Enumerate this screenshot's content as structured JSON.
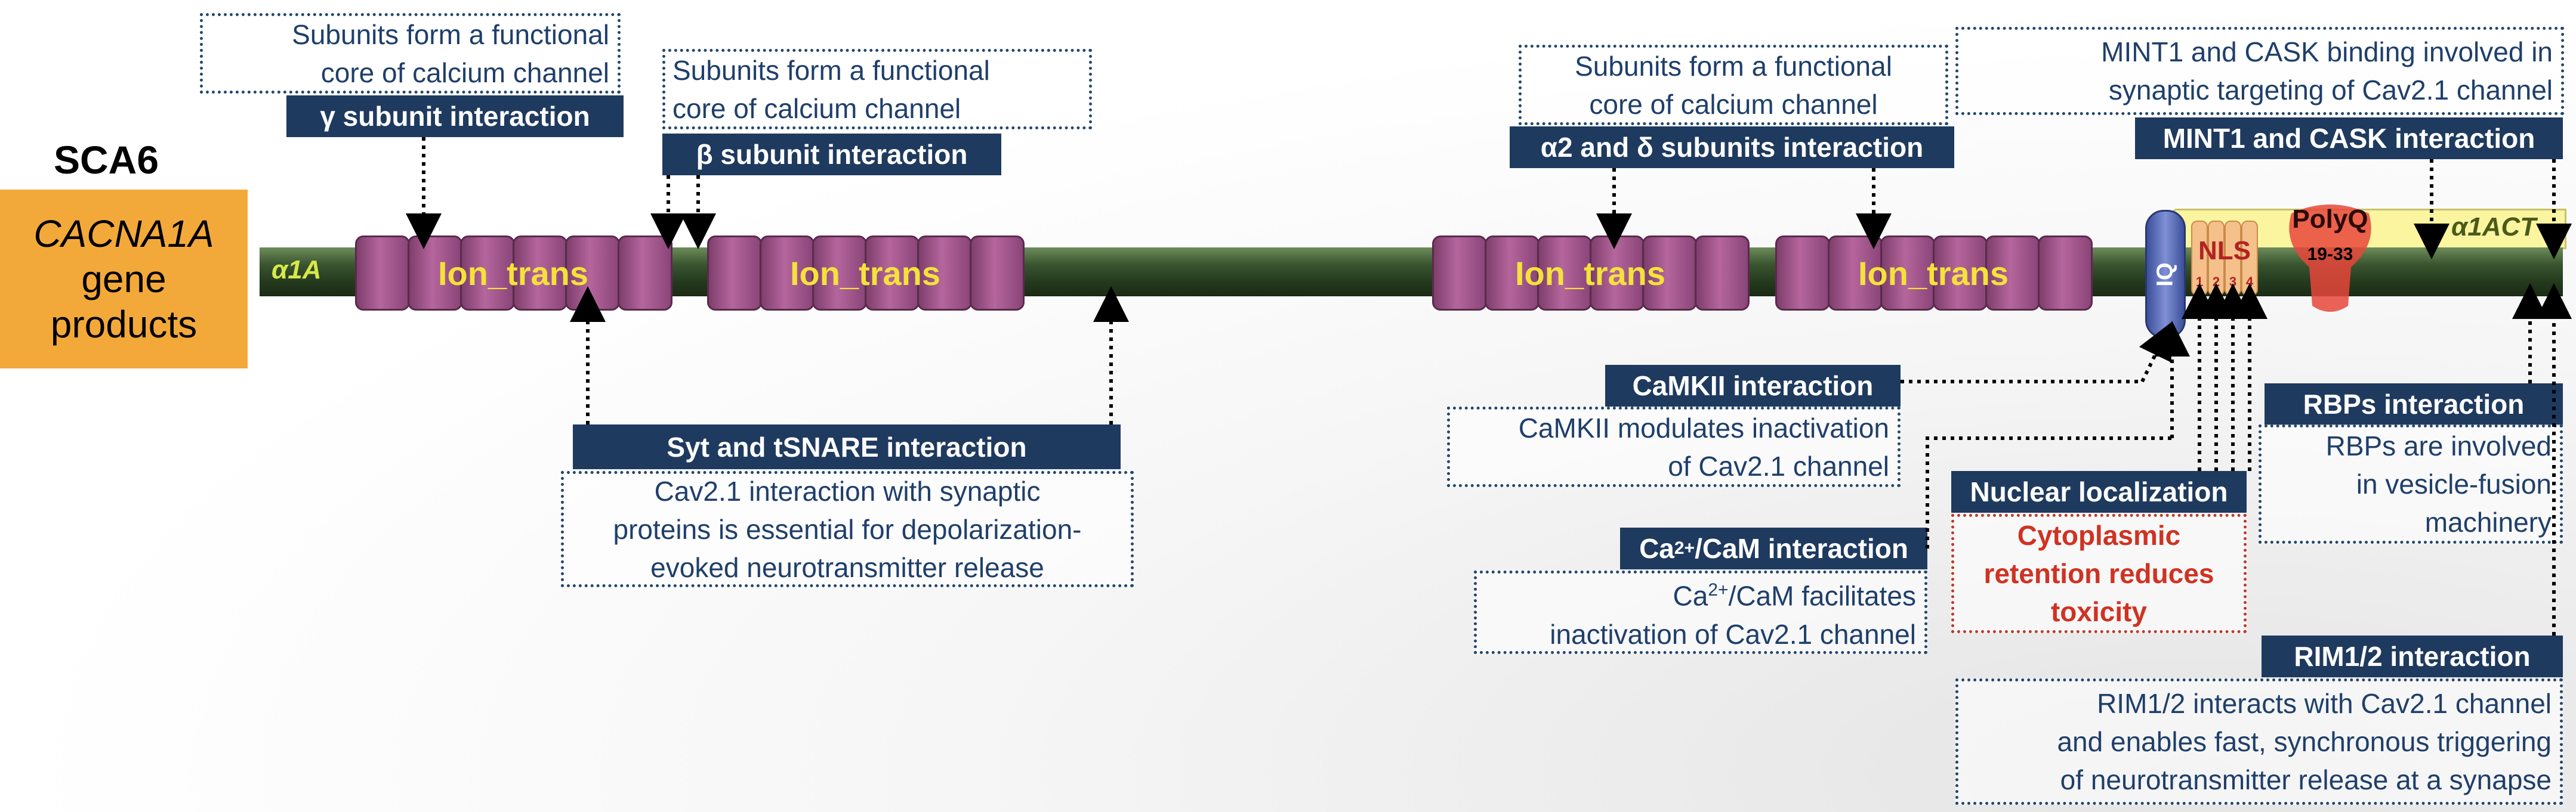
{
  "gene": {
    "disease": "SCA6",
    "name": "CACNA1A",
    "line1": "gene",
    "line2": "products"
  },
  "protein": {
    "start_label": "α1A",
    "end_label": "α1ACT"
  },
  "domains": [
    "Ion_trans",
    "Ion_trans",
    "Ion_trans",
    "Ion_trans"
  ],
  "iq": "IQ",
  "nls": {
    "label": "NLS",
    "n1": "1",
    "n2": "2",
    "n3": "3",
    "n4": "4"
  },
  "polyq": {
    "label": "PolyQ",
    "range": "19-33"
  },
  "top": {
    "gamma": {
      "desc": "Subunits form a functional\ncore of calcium channel",
      "header": "γ subunit interaction"
    },
    "beta": {
      "desc": "Subunits form a functional\ncore of calcium channel",
      "header": "β subunit interaction"
    },
    "a2d": {
      "desc": "Subunits form a functional\ncore of calcium channel",
      "header": "α2 and δ subunits interaction"
    },
    "mint": {
      "desc": "MINT1 and CASK binding involved in\nsynaptic targeting of Cav2.1 channel",
      "header": "MINT1 and CASK interaction"
    }
  },
  "bottom": {
    "syt": {
      "header": "Syt and tSNARE interaction",
      "desc": "Cav2.1 interaction with synaptic\nproteins is essential for depolarization-\nevoked neurotransmitter release"
    },
    "camkii": {
      "header": "CaMKII interaction",
      "desc": "CaMKII modulates inactivation\nof Cav2.1 channel"
    },
    "cam": {
      "header_pre": "Ca",
      "header_sup": "2+",
      "header_post": "/CaM interaction",
      "desc_pre": "Ca",
      "desc_sup": "2+",
      "desc_post": "/CaM facilitates",
      "desc_line2": "inactivation of Cav2.1 channel"
    },
    "nuclear": {
      "header": "Nuclear localization",
      "desc": "Cytoplasmic\nretention reduces\ntoxicity"
    },
    "rbps": {
      "header": "RBPs interaction",
      "desc": "RBPs are involved\nin vesicle-fusion\nmachinery"
    },
    "rim": {
      "header": "RIM1/2 interaction",
      "desc": "RIM1/2 interacts with Cav2.1 channel\nand enables fast, synchronous triggering\nof neurotransmitter release at a synapse"
    }
  },
  "colors": {
    "header_bg": "#1f3a5f",
    "gene_box": "#f3a93a",
    "domain_text": "#f4e23b",
    "nls_text": "#b22222",
    "polyq": "#e8473b",
    "alpha1act_bg": "#fbf5a0",
    "red_text": "#d03222"
  }
}
